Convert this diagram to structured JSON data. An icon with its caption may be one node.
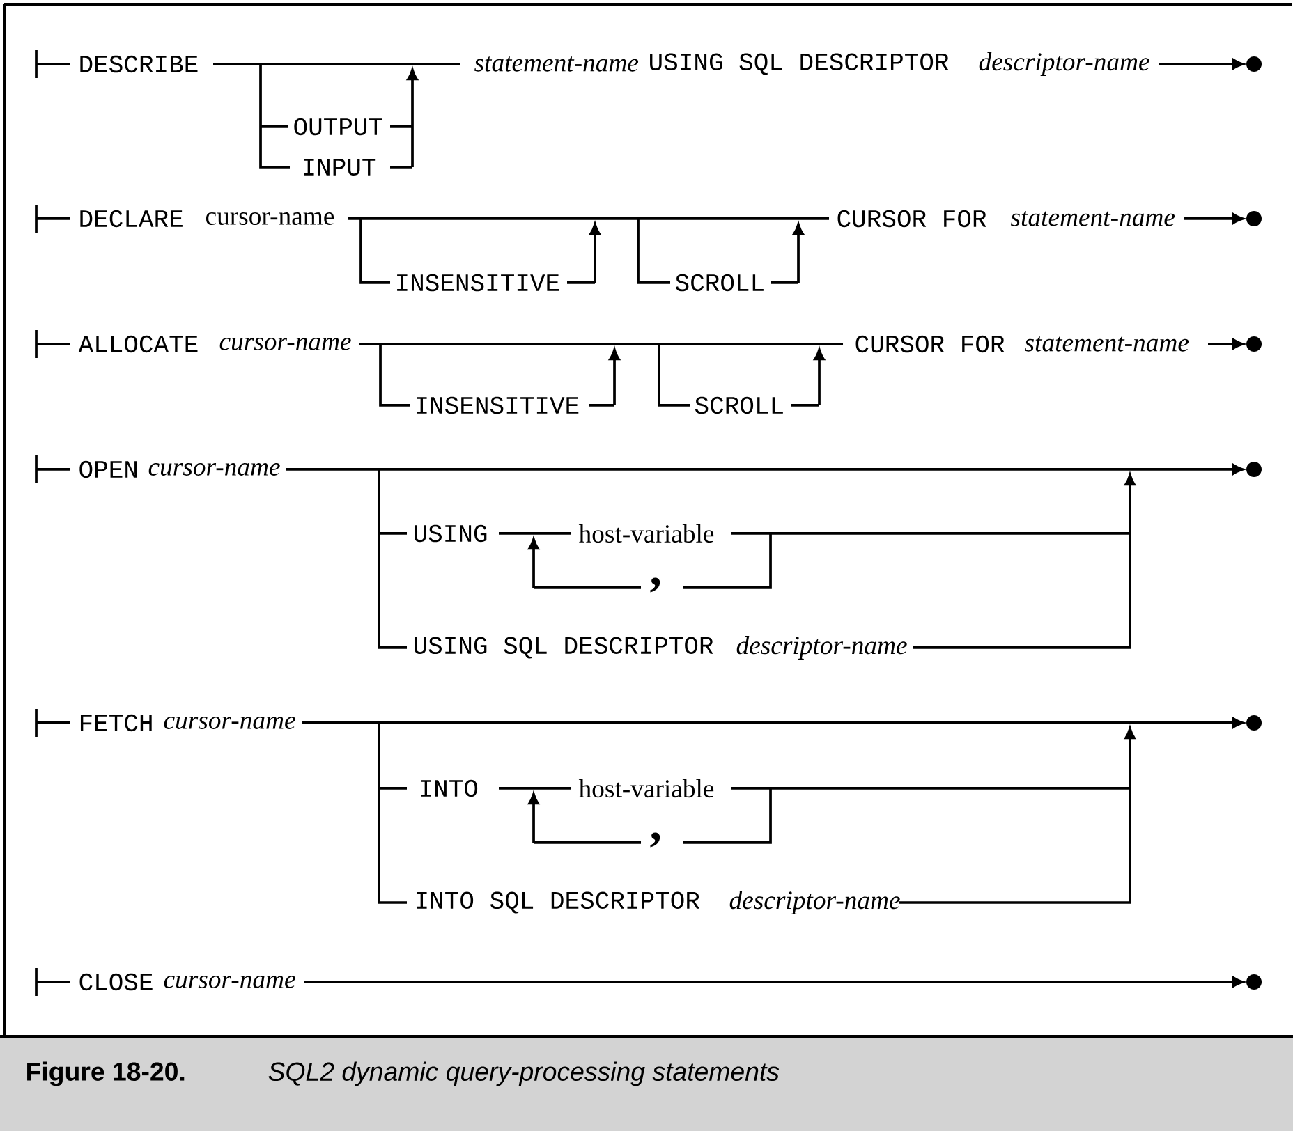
{
  "diagram": {
    "caption": "SQL2 dynamic query-processing statements",
    "labels": [
      "DESCRIBE",
      "statement-name",
      "USING SQL DESCRIPTOR",
      "descriptor-name",
      "OUTPUT",
      "INPUT",
      "DECLARE",
      "cursor-name",
      "CURSOR FOR",
      "statement-name",
      "INSENSITIVE",
      "SCROLL",
      "ALLOCATE",
      "cursor-name",
      "CURSOR FOR",
      "statement-name",
      "INSENSITIVE",
      "SCROLL",
      "OPEN",
      "cursor-name",
      "USING",
      "host-variable",
      ",",
      "USING SQL DESCRIPTOR",
      "descriptor-name",
      "FETCH",
      "cursor-name",
      "INTO",
      "host-variable",
      ",",
      "INTO SQL DESCRIPTOR",
      "descriptor-name",
      "CLOSE",
      "cursor-name",
      "Figure 18-20."
    ]
  }
}
